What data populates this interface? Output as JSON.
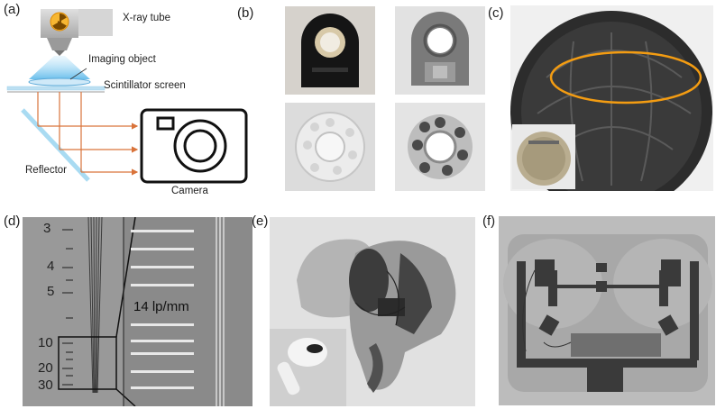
{
  "panel_labels": {
    "a": "(a)",
    "b": "(b)",
    "c": "(c)",
    "d": "(d)",
    "e": "(e)",
    "f": "(f)"
  },
  "schematic": {
    "xray_tube": "X-ray tube",
    "imaging_object": "Imaging object",
    "scintillator_screen": "Scintillator screen",
    "reflector": "Reflector",
    "camera": "Camera"
  },
  "resolution_chart": {
    "scale_labels": [
      "3",
      "4",
      "5",
      "10",
      "20",
      "30"
    ],
    "resolution_label": "14 lp/mm"
  },
  "colors": {
    "arrow": "#d9733a",
    "beam": "#7ec8ee",
    "reflector": "#a9dbf2",
    "highlight_ellipse": "#f39c12"
  }
}
